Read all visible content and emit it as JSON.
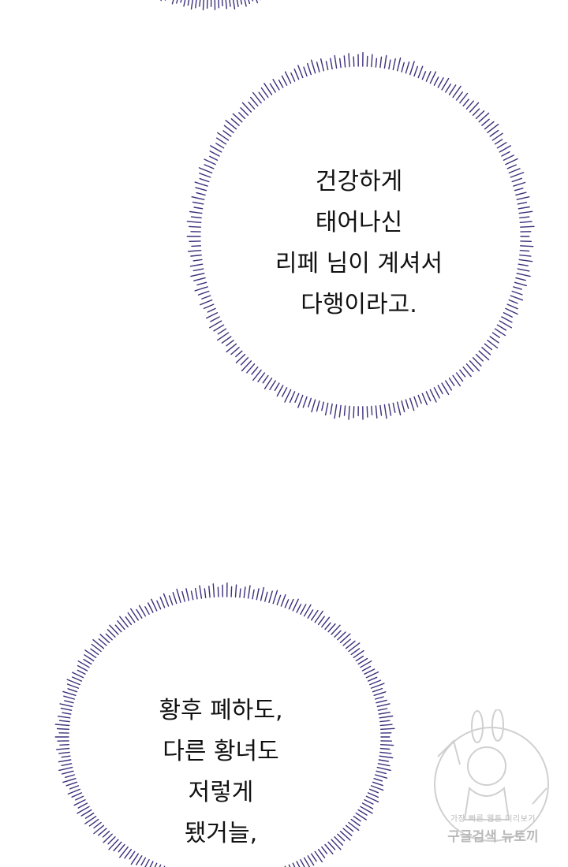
{
  "bubble_1": {
    "lines": [
      "건강하게",
      "태어나신",
      "리페 님이 계셔서",
      "다행이라고."
    ]
  },
  "bubble_2": {
    "lines": [
      "황후 폐하도,",
      "다른 황녀도",
      "저렇게",
      "됐거늘,"
    ]
  },
  "watermark": {
    "line1": "가장 빠른 웹툰 미리보기",
    "line2": "구글검색 뉴토끼"
  },
  "colors": {
    "burst_stroke": "#3b2f7a",
    "text": "#111111",
    "background": "#ffffff",
    "watermark": "#b9b9b9"
  }
}
